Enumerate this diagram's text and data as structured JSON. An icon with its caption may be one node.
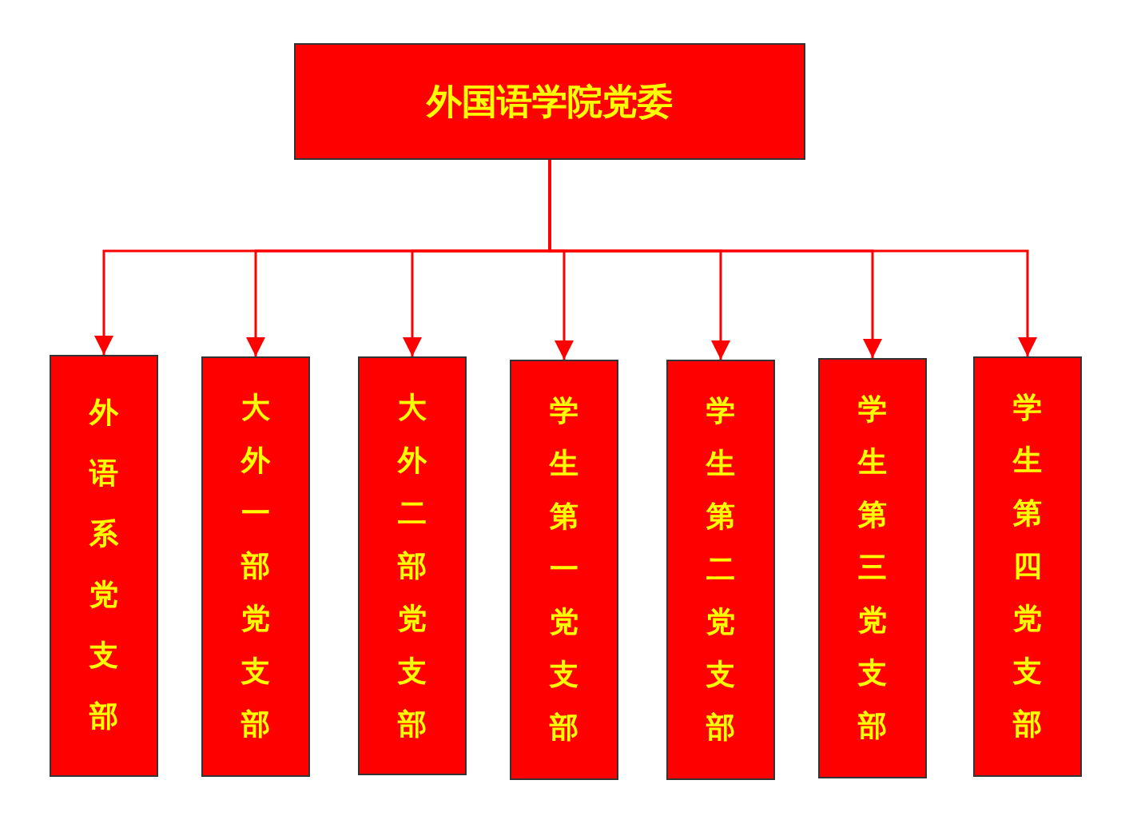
{
  "diagram": {
    "nodes": [
      {
        "text": [
          "外国语学院党委"
        ]
      },
      {
        "text": [
          "外语系党支部"
        ]
      },
      {
        "text": [
          "大外一部党支部"
        ]
      },
      {
        "text": [
          "大外二部党支部"
        ]
      },
      {
        "text": [
          "学生第一党支部"
        ]
      },
      {
        "text": [
          "学生第二党支部"
        ]
      },
      {
        "text": [
          "学生第三党支部"
        ]
      },
      {
        "text": [
          "学生第四党支部"
        ]
      }
    ],
    "edges": [
      {
        "from": 0,
        "to": 1,
        "arrow": "to"
      },
      {
        "from": 0,
        "to": 2,
        "arrow": "to"
      },
      {
        "from": 0,
        "to": 3,
        "arrow": "to"
      },
      {
        "from": 0,
        "to": 4,
        "arrow": "to"
      },
      {
        "from": 0,
        "to": 5,
        "arrow": "to"
      },
      {
        "from": 0,
        "to": 6,
        "arrow": "to"
      },
      {
        "from": 0,
        "to": 7,
        "arrow": "to"
      }
    ]
  }
}
